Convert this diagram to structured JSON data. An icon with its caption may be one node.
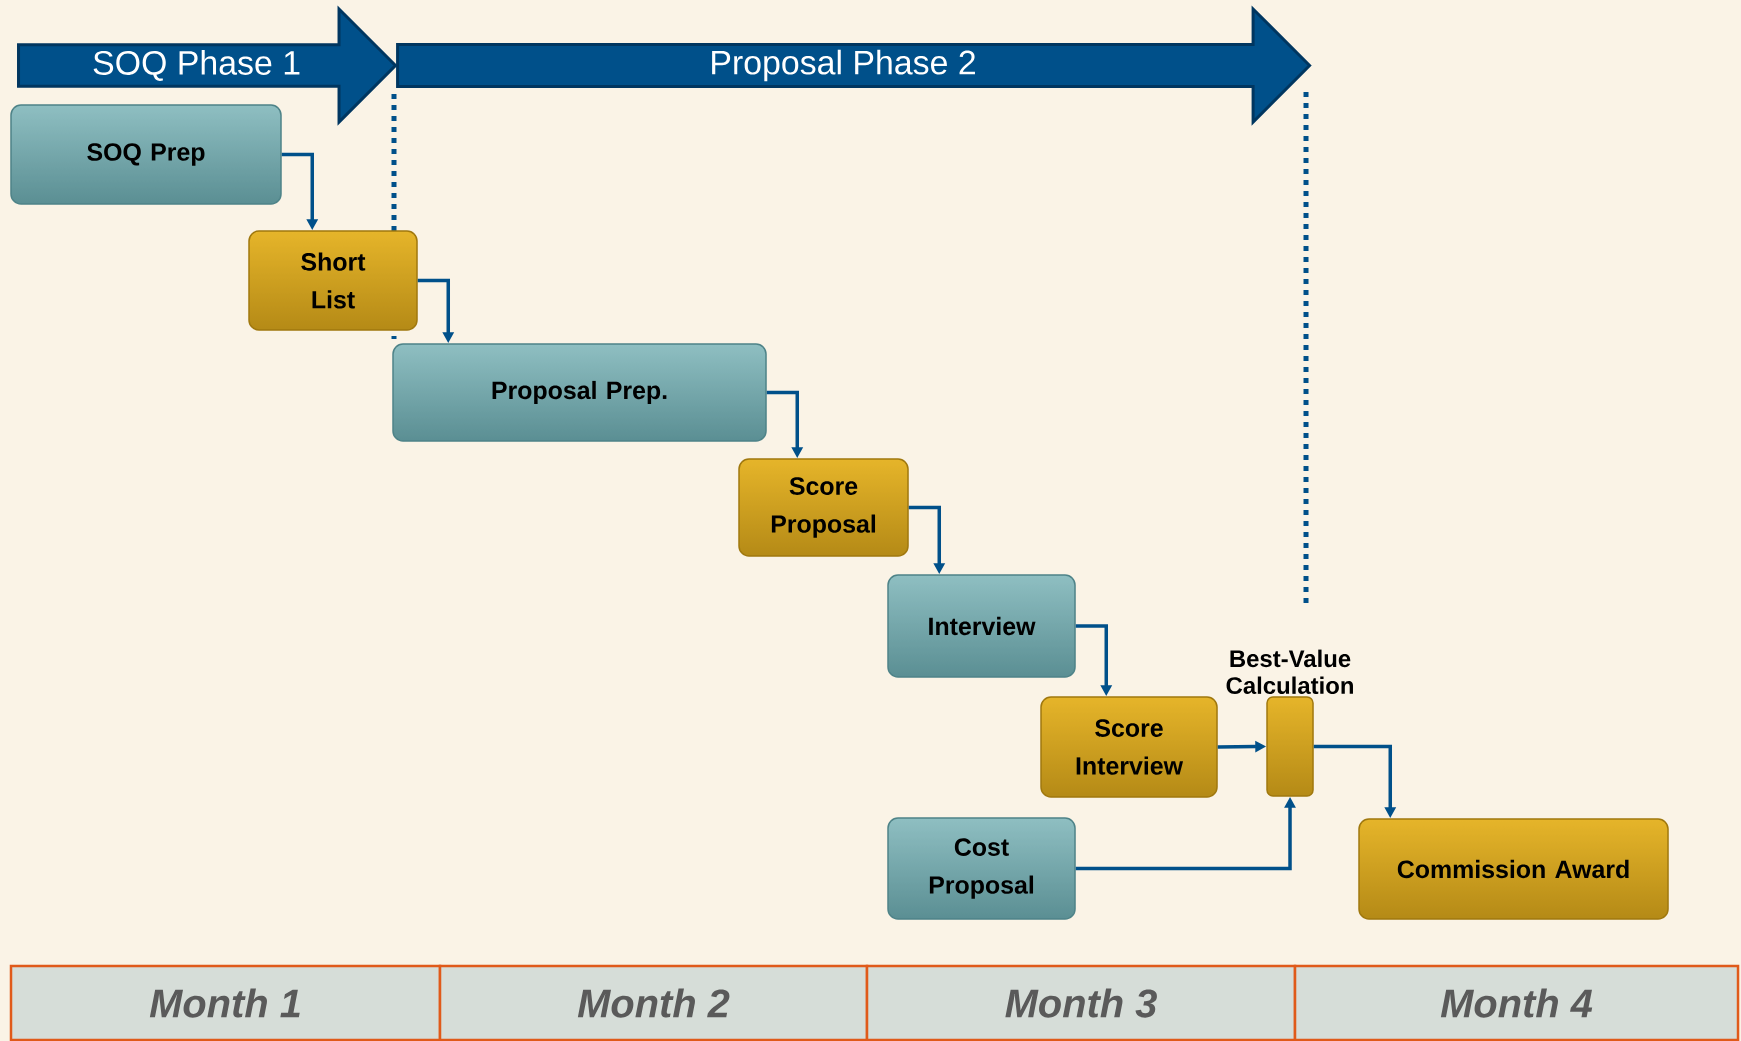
{
  "diagram": {
    "nodes": [
      {
        "text": [
          "SOQ Phase 1"
        ]
      },
      {
        "text": [
          "Proposal Phase 2"
        ]
      },
      {
        "text": [
          "SOQ Prep"
        ]
      },
      {
        "text": [
          "Short List"
        ]
      },
      {
        "text": [
          "Proposal Prep."
        ]
      },
      {
        "text": [
          "Score Proposal"
        ]
      },
      {
        "text": [
          "Interview"
        ]
      },
      {
        "text": [
          "Score Interview"
        ]
      },
      {
        "text": [
          "Best-Value Calculation"
        ]
      },
      {
        "text": [
          "Cost Proposal"
        ]
      },
      {
        "text": [
          "Commission Award"
        ]
      }
    ],
    "edges": [
      {
        "from": 2,
        "to": 3,
        "arrow": "to"
      },
      {
        "from": 3,
        "to": 4,
        "arrow": "to"
      },
      {
        "from": 4,
        "to": 5,
        "arrow": "to"
      },
      {
        "from": 5,
        "to": 6,
        "arrow": "to"
      },
      {
        "from": 6,
        "to": 7,
        "arrow": "to"
      },
      {
        "from": 7,
        "to": 8,
        "arrow": "to"
      },
      {
        "from": 9,
        "to": 8,
        "arrow": "to"
      },
      {
        "from": 8,
        "to": 10,
        "arrow": "to"
      }
    ],
    "labels": [
      "Month 1",
      "Month 2",
      "Month 3",
      "Month 4"
    ]
  }
}
